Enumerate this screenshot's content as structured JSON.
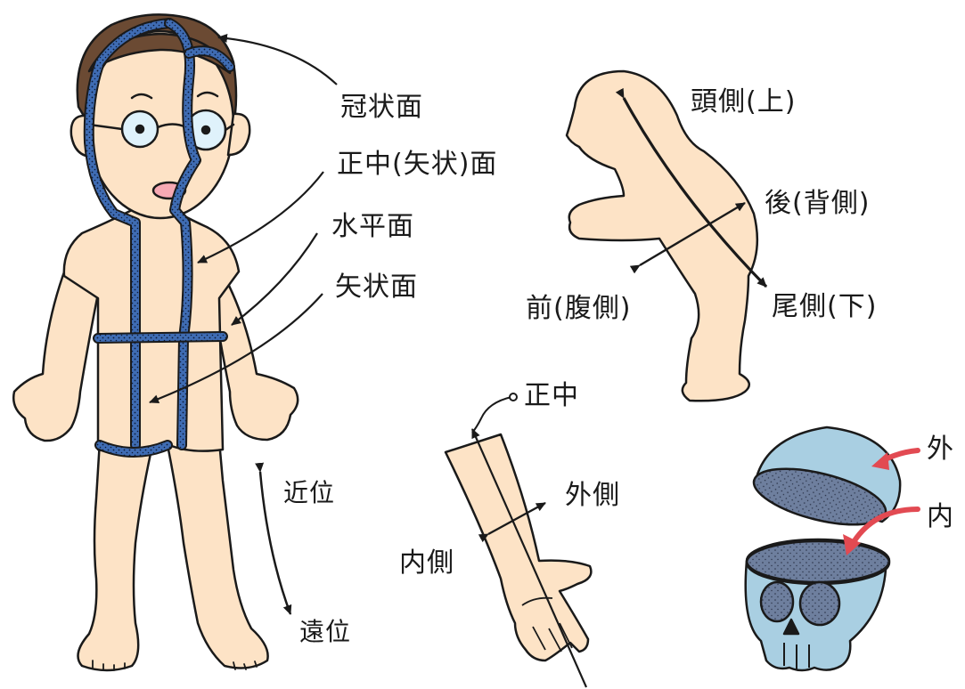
{
  "anatomical_planes": {
    "coronal_plane": "冠状面",
    "median_sagittal_plane": "正中(矢状)面",
    "horizontal_plane": "水平面",
    "sagittal_plane": "矢状面"
  },
  "limb_directions": {
    "proximal": "近位",
    "distal": "遠位"
  },
  "body_directions": {
    "cranial": "頭側(上)",
    "dorsal": "後(背側)",
    "ventral": "前(腹側)",
    "caudal": "尾側(下)"
  },
  "arm_directions": {
    "median": "正中",
    "lateral": "外側",
    "medial": "内側"
  },
  "skull_directions": {
    "external": "外",
    "internal": "内"
  },
  "colors": {
    "skin": "#fde3c6",
    "outline": "#1a1a1a",
    "plane_band": "#3f6cb3",
    "hair": "#6b4a33",
    "skull": "#a9cfe2",
    "cavity": "#6e7f9e",
    "arrow_red": "#e24a52",
    "lens": "#dff2fb",
    "mouth": "#f7a9b4"
  }
}
